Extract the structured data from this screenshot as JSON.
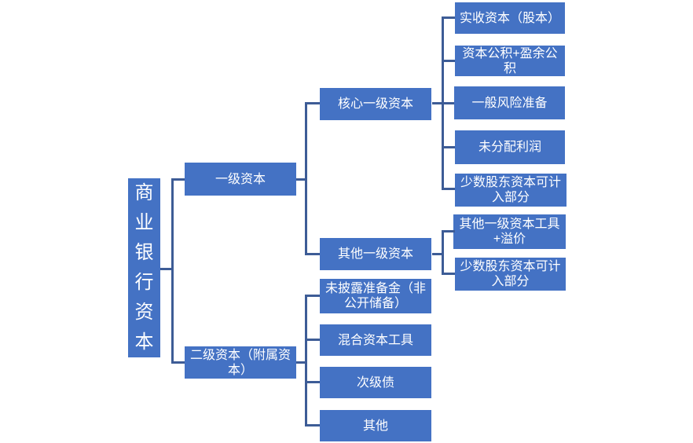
{
  "colors": {
    "background": "#ffffff",
    "node_fill": "#4472C4",
    "connector": "#3D5C96",
    "text": "#ffffff"
  },
  "root": {
    "label": "商业银行资本",
    "children": [
      {
        "label": "一级资本",
        "children": [
          {
            "label": "核心一级资本",
            "children": [
              {
                "label": "实收资本（股本）"
              },
              {
                "label": "资本公积+盈余公积"
              },
              {
                "label": "一般风险准备"
              },
              {
                "label": "未分配利润"
              },
              {
                "label": "少数股东资本可计入部分"
              }
            ]
          },
          {
            "label": "其他一级资本",
            "children": [
              {
                "label": "其他一级资本工具+溢价"
              },
              {
                "label": "少数股东资本可计入部分"
              }
            ]
          }
        ]
      },
      {
        "label": "二级资本（附属资本）",
        "children": [
          {
            "label": "未披露准备金（非公开储备）"
          },
          {
            "label": "混合资本工具"
          },
          {
            "label": "次级债"
          },
          {
            "label": "其他"
          }
        ]
      }
    ]
  }
}
